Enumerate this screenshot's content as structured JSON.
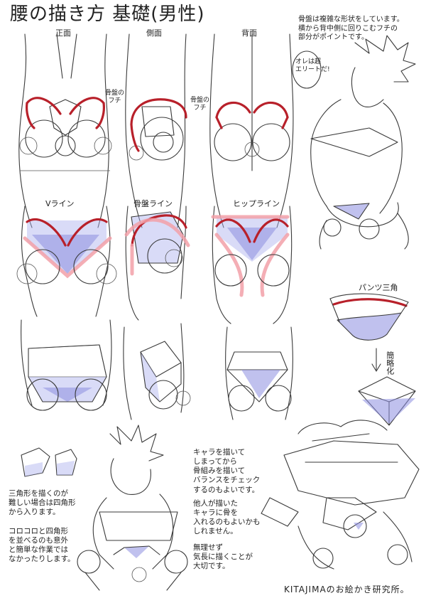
{
  "title": "腰の描き方 基礎(男性)",
  "view_labels": {
    "front": "正面",
    "side": "側面",
    "back": "背面"
  },
  "pelvis_edge_label": "骨盤の\nフチ",
  "intro_note": "骨盤は複雑な形状をしています。\n横から背中側に回りこむフチの\n部分がポイントです。",
  "speech_bubble": "オレは超\nエリートだ!",
  "line_labels": {
    "v_line": "Vライン",
    "pelvis_line": "骨盤ライン",
    "hip_line": "ヒップライン"
  },
  "panty_triangle": "パンツ三角",
  "simplify": "簡略化",
  "left_note": "三角形を描くのが\n難しい場合は四角形\nから入ります。\n\nコロコロと四角形\nを並べるのも意外\nと簡単な作業では\nなかったりします。",
  "center_note_1": "キャラを描いて\nしまってから\n骨組みを描いて\nバランスをチェック\nするのもよいです。",
  "center_note_2": "他人が描いた\nキャラに骨を\n入れるのもよいかも\nしれません。",
  "center_note_3": "無理せず\n気長に描くことが\n大切です。",
  "signature": "KITAJIMAのお絵かき研究所。",
  "colors": {
    "accent_red": "#b8202a",
    "accent_pink": "#f2a0a8",
    "accent_blue": "#8d8ee0"
  }
}
